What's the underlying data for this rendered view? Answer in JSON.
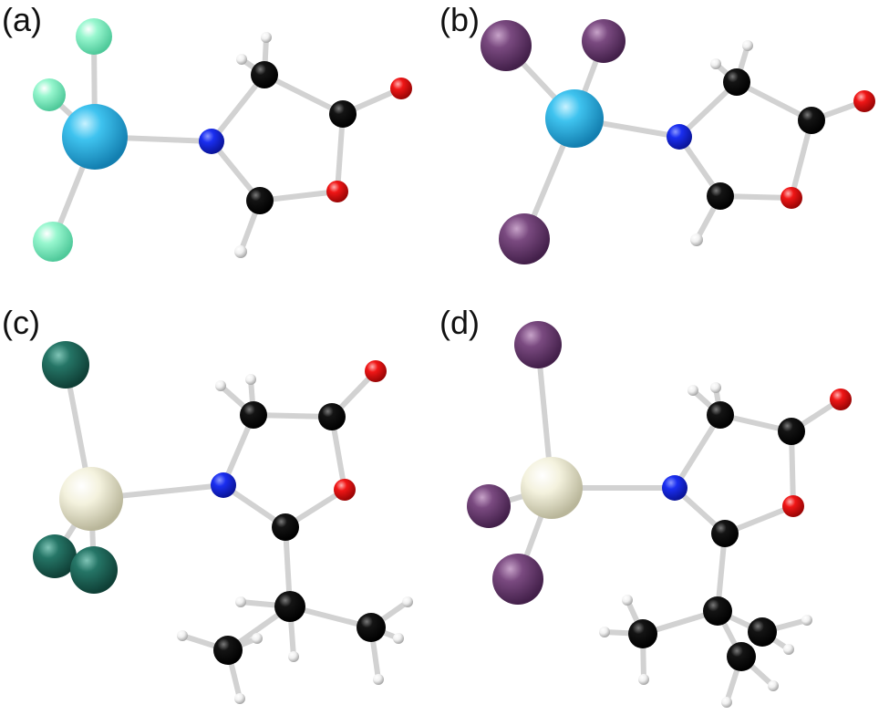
{
  "panels": [
    {
      "label": "(a)"
    },
    {
      "label": "(b)"
    },
    {
      "label": "(c)"
    },
    {
      "label": "(d)"
    }
  ],
  "colors": {
    "boron_cyan": "#31b7e6",
    "fluorine": "#8ff5c9",
    "iodine": "#6f3f74",
    "nitrogen": "#1428e6",
    "oxygen": "#ee1313",
    "carbon": "#0a0a0a",
    "hydrogen": "#f2f2f2",
    "aluminium_cream": "#f3f0d8",
    "chlorine_teal": "#236e62",
    "bond": "#d7d7d7"
  }
}
